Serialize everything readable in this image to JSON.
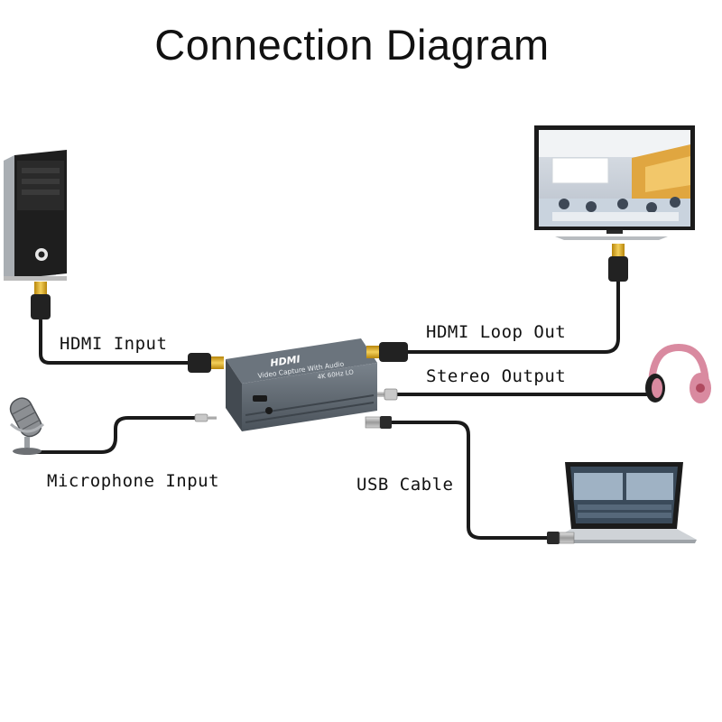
{
  "title": "Connection Diagram",
  "labels": {
    "hdmi_input": "HDMI Input",
    "hdmi_loop_out": "HDMI Loop Out",
    "stereo_output": "Stereo Output",
    "microphone_input": "Microphone Input",
    "usb_cable": "USB Cable"
  },
  "device": {
    "logo": "HDMI",
    "subtitle": "Video Capture With Audio",
    "spec": "4K 60Hz LO"
  },
  "icons": {
    "computer": "desktop-tower-icon",
    "tv": "television-icon",
    "headphones": "headphones-icon",
    "microphone": "microphone-icon",
    "laptop": "laptop-icon",
    "capture": "capture-card-icon"
  },
  "colors": {
    "cable": "#1a1a1a",
    "device_body": "#5e6770",
    "connector_gold": "#d9a520",
    "headphones": "#d98aa0"
  }
}
